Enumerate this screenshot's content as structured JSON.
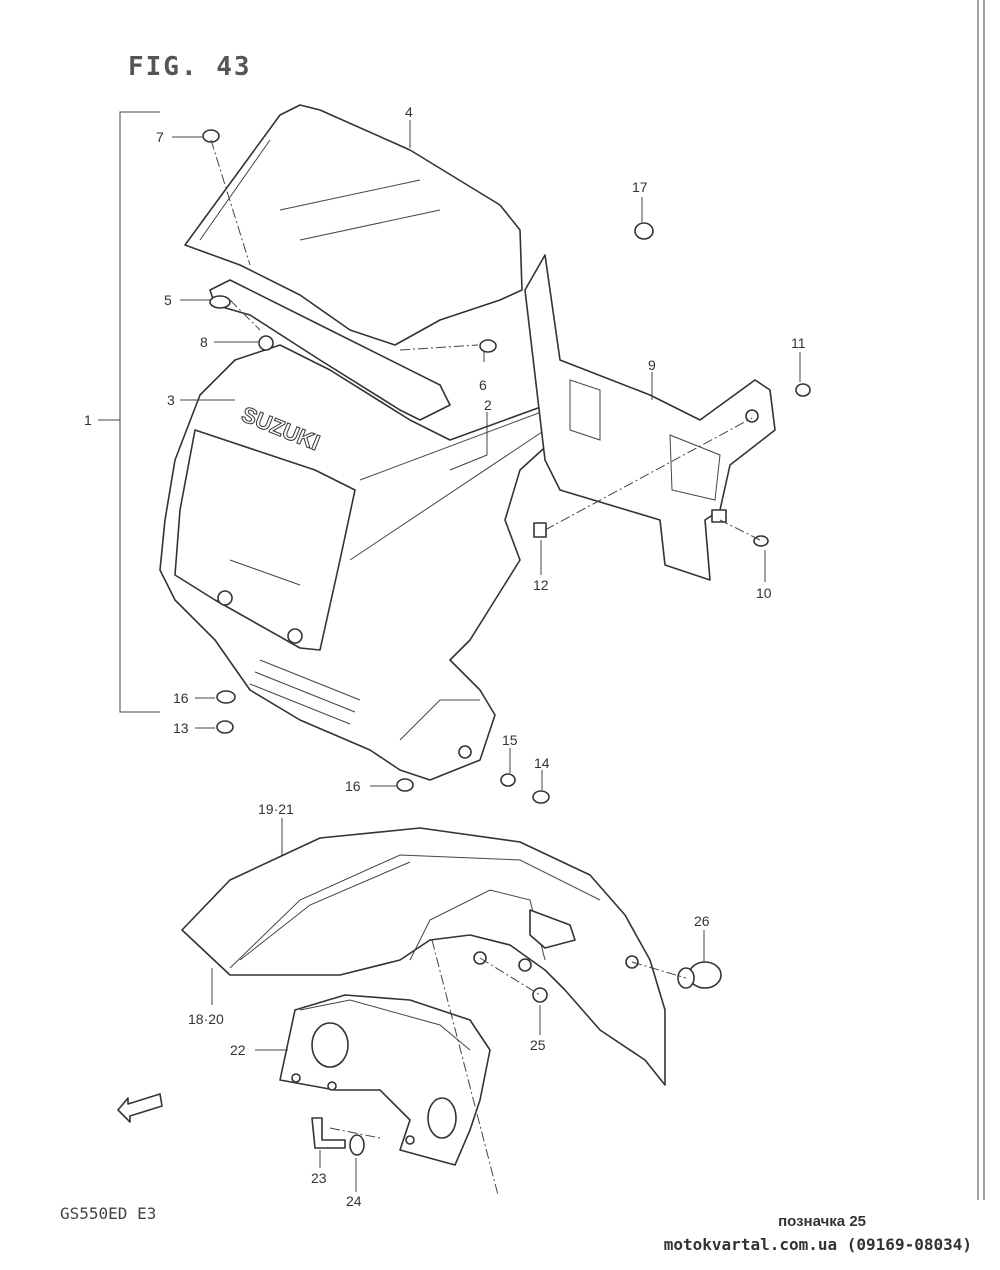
{
  "figure_title": "FIG. 43",
  "model_code": "GS550ED E3",
  "footer": {
    "label": "позначка 25",
    "site": "motokvartal.com.ua (09169-08034)"
  },
  "logo_text": "SUZUKI",
  "callouts": {
    "c1": "1",
    "c2": "2",
    "c3": "3",
    "c4": "4",
    "c5": "5",
    "c6": "6",
    "c7": "7",
    "c8": "8",
    "c9": "9",
    "c10": "10",
    "c11": "11",
    "c12": "12",
    "c13": "13",
    "c14": "14",
    "c15": "15",
    "c16a": "16",
    "c16b": "16",
    "c17": "17",
    "c1921": "19·21",
    "c1820": "18·20",
    "c22": "22",
    "c23": "23",
    "c24": "24",
    "c25": "25",
    "c26": "26"
  }
}
